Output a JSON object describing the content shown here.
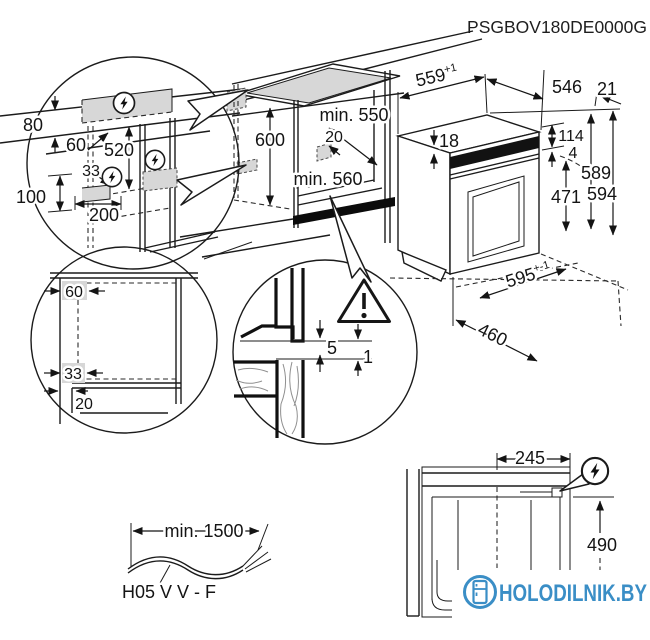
{
  "title": "PSGBOV180DE0000G",
  "colors": {
    "line": "#1b1b1b",
    "shade": "#d7d7d7",
    "plinth": "#0b0b0b",
    "logo_blue": "#3a8ec6"
  },
  "icons": {
    "power": "lightning-bolt-circle",
    "warning": "exclamation-triangle",
    "logo": "fridge-in-circle"
  },
  "detail_connection": {
    "d80": "80",
    "d60": "60",
    "d520": "520",
    "d33": "33",
    "d100": "100",
    "d200": "200"
  },
  "niche": {
    "d600": "600",
    "min550": "min. 550",
    "d20": "20",
    "min560": "min. 560"
  },
  "oven": {
    "d559": "559",
    "d559_tol": "+1",
    "d546": "546",
    "d21": "21",
    "d18": "18",
    "d114": "114",
    "d4": "4",
    "d471": "471",
    "d589": "589",
    "d594": "594",
    "d595": "595",
    "d595_tol": "+-1",
    "d460": "460"
  },
  "detail_front": {
    "d60": "60",
    "d33": "33",
    "d20": "20"
  },
  "detail_gap": {
    "d5": "5",
    "d1": "1"
  },
  "cable": {
    "length": "min. 1500",
    "type": "H05 V V - F"
  },
  "rear": {
    "d245": "245",
    "d490": "490"
  },
  "logo": {
    "text": "HOLODILNIK.BY"
  }
}
